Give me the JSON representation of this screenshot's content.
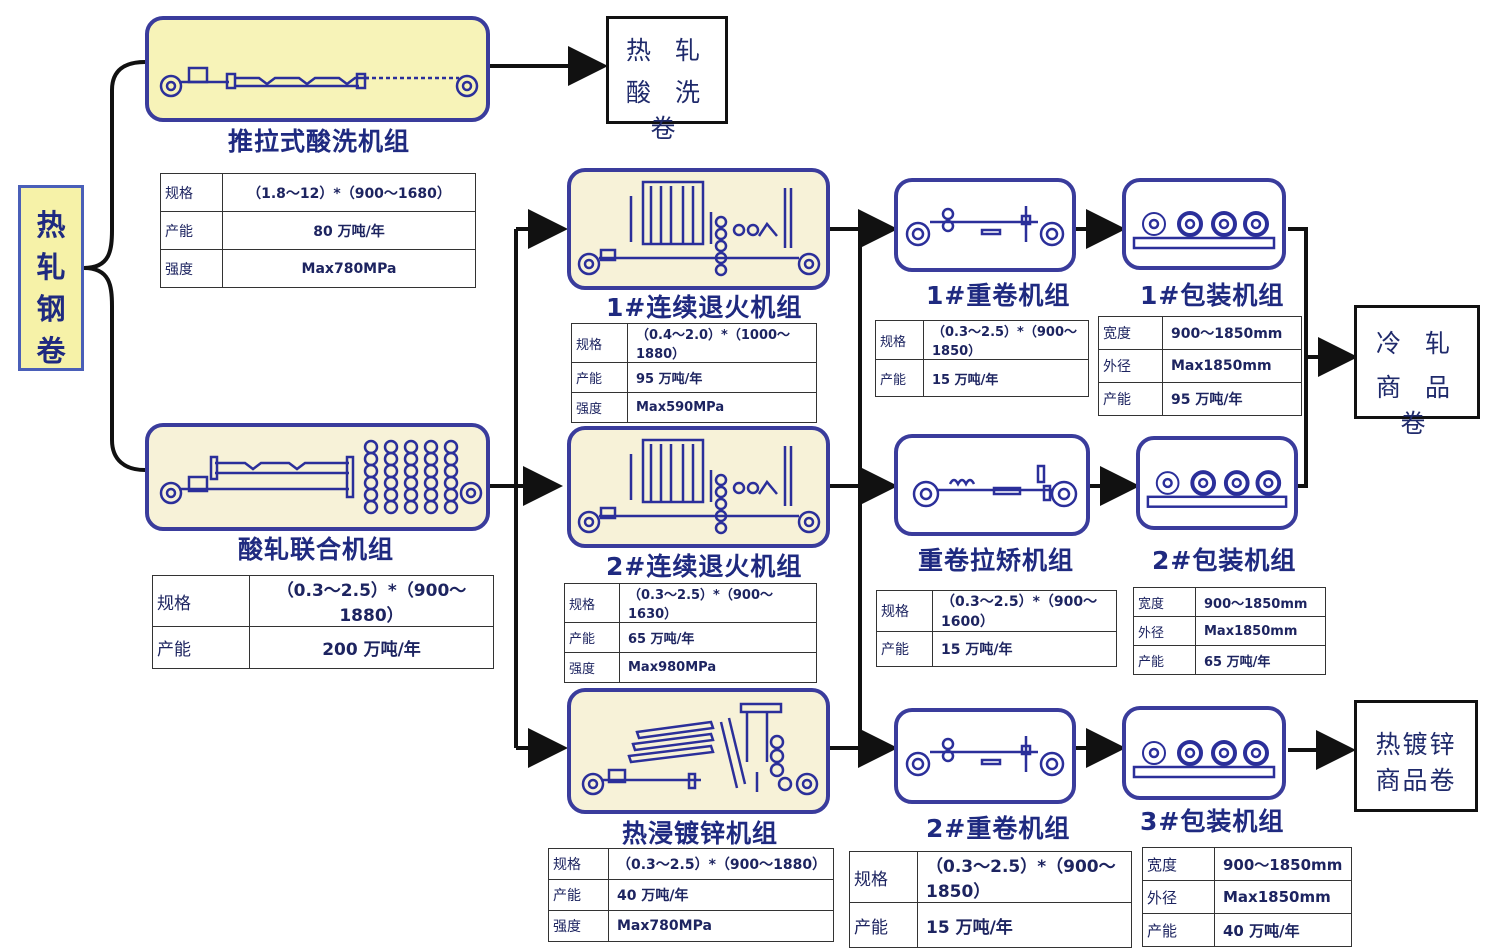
{
  "source": {
    "label": "热轧钢卷"
  },
  "machines": {
    "push_pull_pickling": "推拉式酸洗机组",
    "pickling_rolling": "酸轧联合机组",
    "annealing_1": "1#连续退火机组",
    "annealing_2": "2#连续退火机组",
    "galvanizing": "热浸镀锌机组",
    "recoiling_1": "1#重卷机组",
    "recoiling_leveling": "重卷拉矫机组",
    "recoiling_2": "2#重卷机组",
    "packing_1": "1#包装机组",
    "packing_2": "2#包装机组",
    "packing_3": "3#包装机组"
  },
  "products": {
    "hot_pickled": {
      "line1": "热 轧",
      "line2": "酸 洗 卷"
    },
    "cold_rolled": {
      "line1": "冷 轧",
      "line2": "商 品 卷"
    },
    "galvanized": {
      "line1": "热镀锌",
      "line2": "商品卷"
    }
  },
  "specs": {
    "push_pull_pickling": [
      {
        "key": "规格",
        "value": "（1.8～12）*（900～1680）"
      },
      {
        "key": "产能",
        "value": "80 万吨/年"
      },
      {
        "key": "强度",
        "value": "Max780MPa"
      }
    ],
    "pickling_rolling": [
      {
        "key": "规格",
        "value": "（0.3～2.5）*（900～1880）"
      },
      {
        "key": "产能",
        "value": "200 万吨/年"
      }
    ],
    "annealing_1": [
      {
        "key": "规格",
        "value": "（0.4～2.0）*（1000～1880）"
      },
      {
        "key": "产能",
        "value": "95 万吨/年"
      },
      {
        "key": "强度",
        "value": "Max590MPa"
      }
    ],
    "annealing_2": [
      {
        "key": "规格",
        "value": "（0.3～2.5）*（900～1630）"
      },
      {
        "key": "产能",
        "value": "65 万吨/年"
      },
      {
        "key": "强度",
        "value": "Max980MPa"
      }
    ],
    "galvanizing": [
      {
        "key": "规格",
        "value": "（0.3～2.5）*（900～1880）"
      },
      {
        "key": "产能",
        "value": "40 万吨/年"
      },
      {
        "key": "强度",
        "value": "Max780MPa"
      }
    ],
    "recoiling_1": [
      {
        "key": "规格",
        "value": "（0.3～2.5）*（900～1850）"
      },
      {
        "key": "产能",
        "value": "15 万吨/年"
      }
    ],
    "recoiling_leveling": [
      {
        "key": "规格",
        "value": "（0.3～2.5）*（900～1600）"
      },
      {
        "key": "产能",
        "value": "15 万吨/年"
      }
    ],
    "recoiling_2": [
      {
        "key": "规格",
        "value": "（0.3～2.5）*（900～1850）"
      },
      {
        "key": "产能",
        "value": "15 万吨/年"
      }
    ],
    "packing_1": [
      {
        "key": "宽度",
        "value": "900～1850mm"
      },
      {
        "key": "外径",
        "value": "Max1850mm"
      },
      {
        "key": "产能",
        "value": "95 万吨/年"
      }
    ],
    "packing_2": [
      {
        "key": "宽度",
        "value": "900～1850mm"
      },
      {
        "key": "外径",
        "value": "Max1850mm"
      },
      {
        "key": "产能",
        "value": "65 万吨/年"
      }
    ],
    "packing_3": [
      {
        "key": "宽度",
        "value": "900～1850mm"
      },
      {
        "key": "外径",
        "value": "Max1850mm"
      },
      {
        "key": "产能",
        "value": "40 万吨/年"
      }
    ]
  },
  "colors": {
    "line_border": "#3a3c9c",
    "label": "#1f2a80",
    "connector": "#111111",
    "panel": "#f7f2d8"
  }
}
